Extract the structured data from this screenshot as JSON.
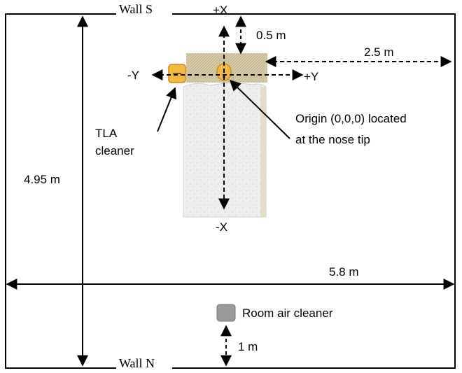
{
  "walls": {
    "south": "Wall S",
    "north": "Wall N"
  },
  "axes": {
    "plus_x": "+X",
    "minus_x": "-X",
    "plus_y": "+Y",
    "minus_y": "-Y"
  },
  "dimensions": {
    "room_length": "4.95 m",
    "room_width": "5.8 m",
    "origin_to_wall_s": "0.5 m",
    "origin_to_side_wall": "2.5 m",
    "room_cleaner_to_wall_n": "1 m"
  },
  "labels": {
    "tla_line1": "TLA",
    "tla_line2": "cleaner",
    "origin_line1": "Origin (0,0,0) located",
    "origin_line2": "at the nose tip",
    "room_air_cleaner": "Room air cleaner"
  },
  "colors": {
    "room_border": "#000000",
    "headboard": "#d6c9a4",
    "bed_sheet": "#ebebeb",
    "tla_cleaner": "#f5b942",
    "tla_cleaner_border": "#c98a12",
    "room_air_cleaner": "#9a9a9a"
  }
}
